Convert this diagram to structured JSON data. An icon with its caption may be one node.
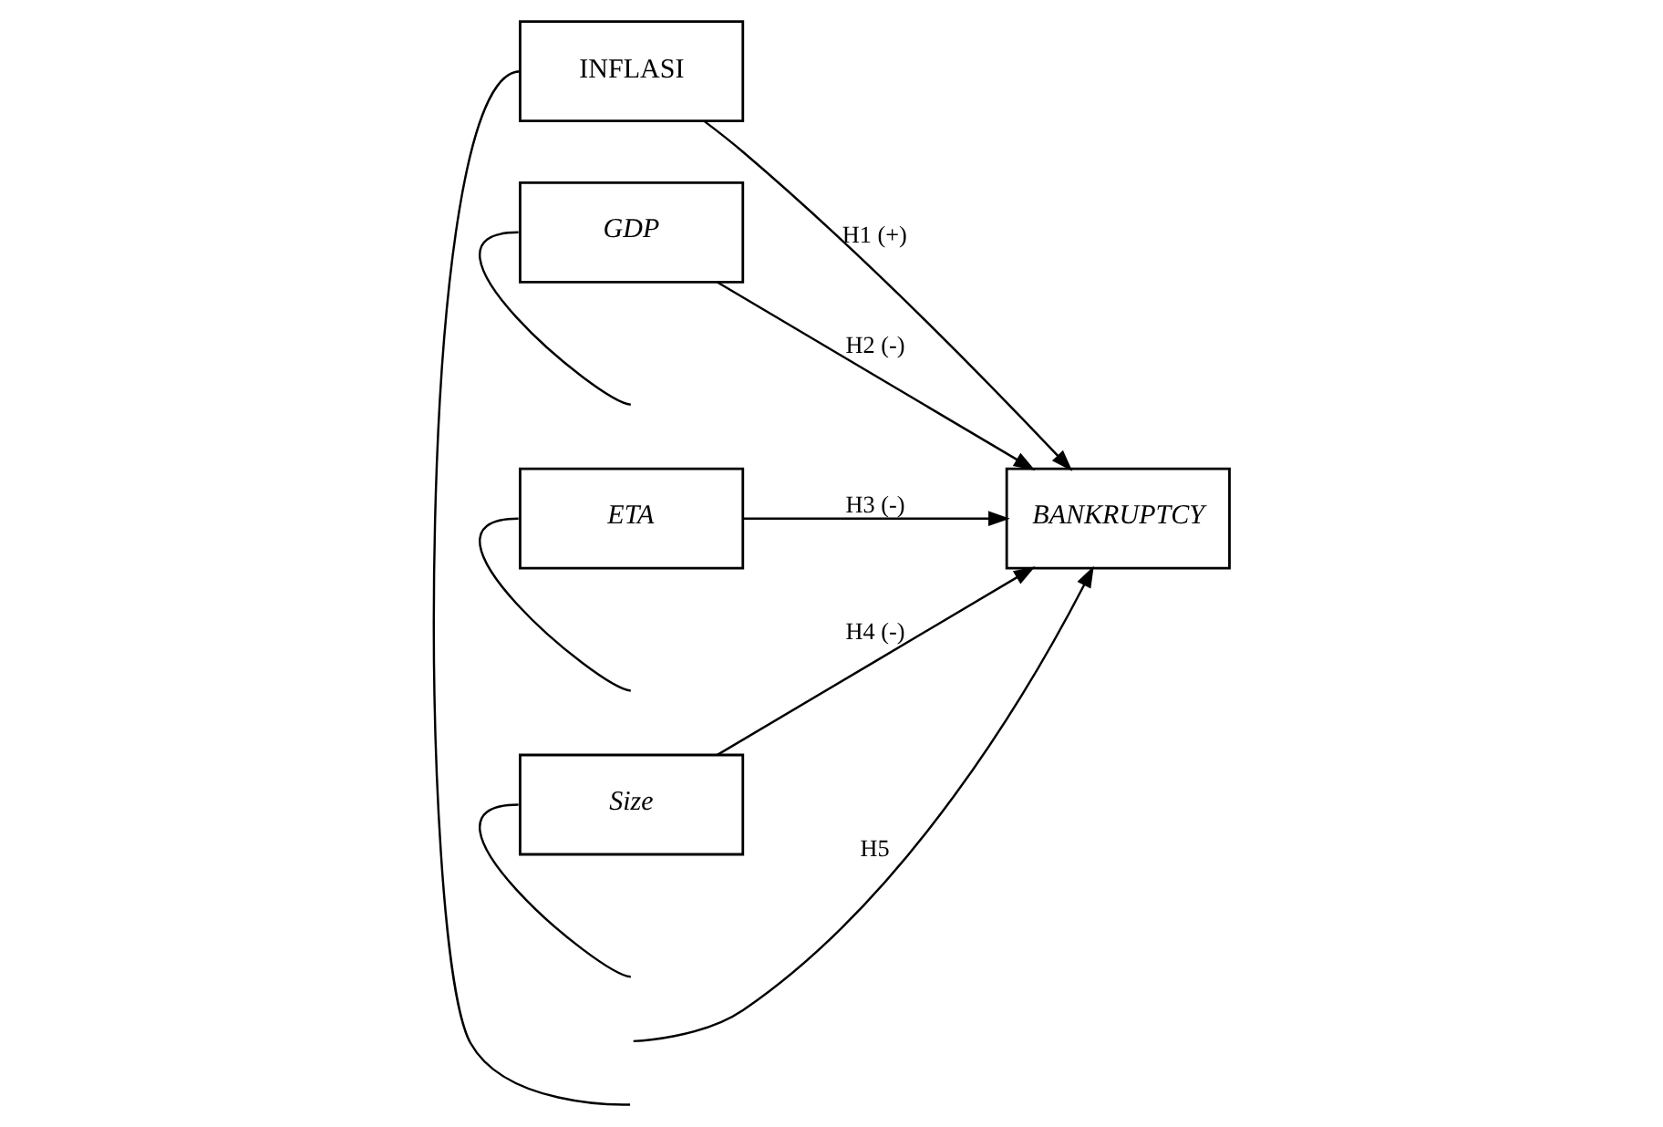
{
  "diagram": {
    "nodes": [
      {
        "text": [
          "INFLASI"
        ]
      },
      {
        "text": [
          "GDP"
        ]
      },
      {
        "text": [
          "ETA"
        ]
      },
      {
        "text": [
          "Size"
        ]
      },
      {
        "text": [
          "BANKRUPTCY"
        ]
      }
    ],
    "edges": [
      {
        "from": 0,
        "to": 4,
        "arrow": "to",
        "label": "H1 (+)"
      },
      {
        "from": 1,
        "to": 4,
        "arrow": "to",
        "label": "H2 (-)"
      },
      {
        "from": 2,
        "to": 4,
        "arrow": "to",
        "label": "H3 (-)"
      },
      {
        "from": 3,
        "to": 4,
        "arrow": "to",
        "label": "H4 (-)"
      },
      {
        "from": null,
        "to": 4,
        "arrow": "to",
        "label": "H5"
      },
      {
        "from": 0,
        "to": null,
        "arrow": "none"
      },
      {
        "from": 1,
        "to": null,
        "arrow": "none"
      },
      {
        "from": 2,
        "to": null,
        "arrow": "none"
      },
      {
        "from": 3,
        "to": null,
        "arrow": "none"
      }
    ]
  }
}
